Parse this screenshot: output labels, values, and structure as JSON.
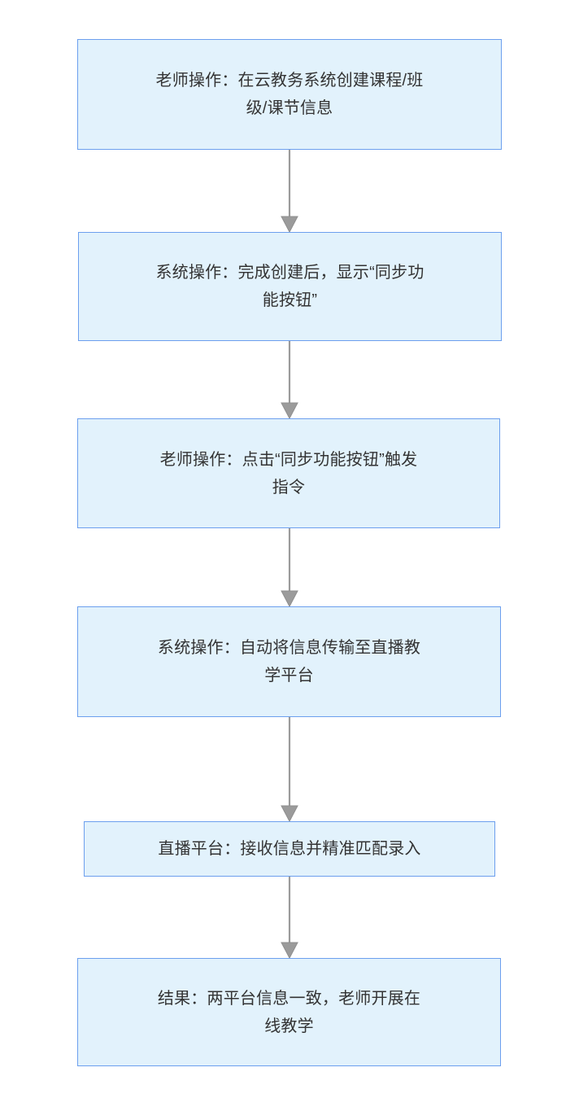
{
  "diagram": {
    "type": "flowchart",
    "orientation": "top-to-bottom",
    "background_color": "#ffffff",
    "node_fill_color": "#e2f2fc",
    "node_border_color": "#6c9fee",
    "node_text_color": "#333333",
    "connector_color": "#9b9b9b",
    "nodes": [
      {
        "id": "n1",
        "role": "teacher-action",
        "label": "老师操作：在云教务系统创建课程/班\n级/课节信息"
      },
      {
        "id": "n2",
        "role": "system-action",
        "label": "系统操作：完成创建后，显示“同步功\n能按钮”"
      },
      {
        "id": "n3",
        "role": "teacher-action",
        "label": "老师操作：点击“同步功能按钮”触发\n指令"
      },
      {
        "id": "n4",
        "role": "system-action",
        "label": "系统操作：自动将信息传输至直播教\n学平台"
      },
      {
        "id": "n5",
        "role": "platform-action",
        "label": "直播平台：接收信息并精准匹配录入"
      },
      {
        "id": "n6",
        "role": "result",
        "label": "结果：两平台信息一致，老师开展在\n线教学"
      }
    ],
    "edges": [
      {
        "id": "e1",
        "from": "n1",
        "to": "n2",
        "label": ""
      },
      {
        "id": "e2",
        "from": "n2",
        "to": "n3",
        "label": ""
      },
      {
        "id": "e3",
        "from": "n3",
        "to": "n4",
        "label": ""
      },
      {
        "id": "e4",
        "from": "n4",
        "to": "n5",
        "label": ""
      },
      {
        "id": "e5",
        "from": "n5",
        "to": "n6",
        "label": ""
      }
    ]
  }
}
